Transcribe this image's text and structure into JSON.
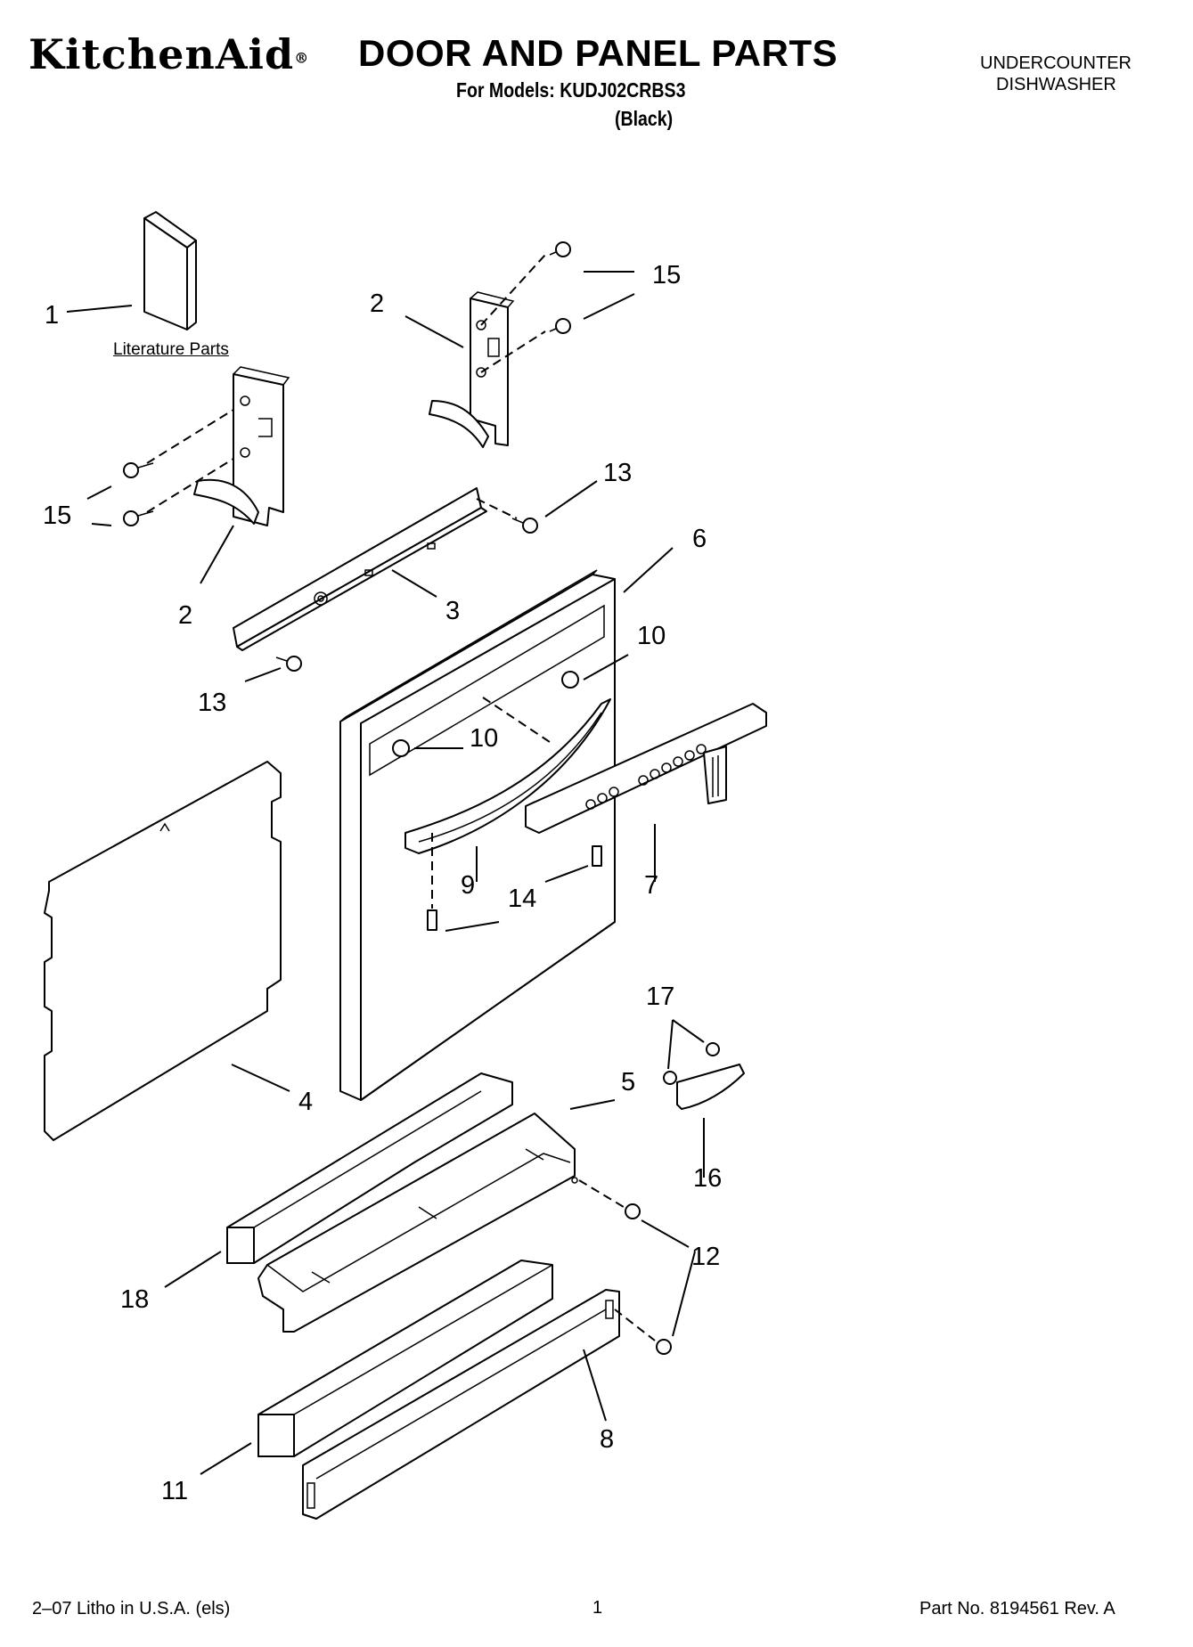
{
  "header": {
    "brand": "KitchenAid",
    "brand_mark": "®",
    "title": "DOOR AND PANEL PARTS",
    "models": "For Models: KUDJ02CRBS3",
    "color": "(Black)",
    "appliance_type_line1": "UNDERCOUNTER",
    "appliance_type_line2": "DISHWASHER"
  },
  "diagram": {
    "literature_label": "Literature Parts",
    "callouts": [
      {
        "id": "c1",
        "label": "1"
      },
      {
        "id": "c2a",
        "label": "2"
      },
      {
        "id": "c2b",
        "label": "2"
      },
      {
        "id": "c3",
        "label": "3"
      },
      {
        "id": "c4",
        "label": "4"
      },
      {
        "id": "c5",
        "label": "5"
      },
      {
        "id": "c6",
        "label": "6"
      },
      {
        "id": "c7",
        "label": "7"
      },
      {
        "id": "c8",
        "label": "8"
      },
      {
        "id": "c9",
        "label": "9"
      },
      {
        "id": "c10a",
        "label": "10"
      },
      {
        "id": "c10b",
        "label": "10"
      },
      {
        "id": "c11",
        "label": "11"
      },
      {
        "id": "c12",
        "label": "12"
      },
      {
        "id": "c13a",
        "label": "13"
      },
      {
        "id": "c13b",
        "label": "13"
      },
      {
        "id": "c14",
        "label": "14"
      },
      {
        "id": "c15a",
        "label": "15"
      },
      {
        "id": "c15b",
        "label": "15"
      },
      {
        "id": "c16",
        "label": "16"
      },
      {
        "id": "c17",
        "label": "17"
      },
      {
        "id": "c18",
        "label": "18"
      }
    ]
  },
  "footer": {
    "litho": "2–07 Litho in U.S.A. (els)",
    "page": "1",
    "part_no": "Part No. 8194561 Rev. A"
  }
}
